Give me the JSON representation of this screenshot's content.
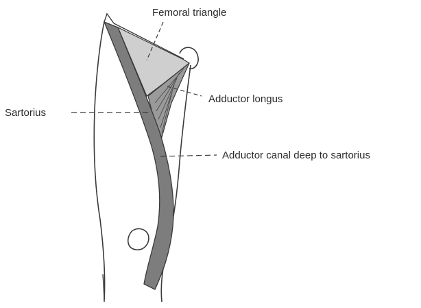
{
  "labels": {
    "femoral_triangle": "Femoral triangle",
    "sartorius": "Sartorius",
    "adductor_longus": "Adductor longus",
    "adductor_canal": "Adductor canal deep to sartorius"
  },
  "colors": {
    "outline": "#3a3a3a",
    "sartorius_fill": "#7d7d7d",
    "triangle_fill": "#cfcfcf",
    "adductor_fill": "#9a9a9a",
    "text": "#2a2a2a"
  }
}
